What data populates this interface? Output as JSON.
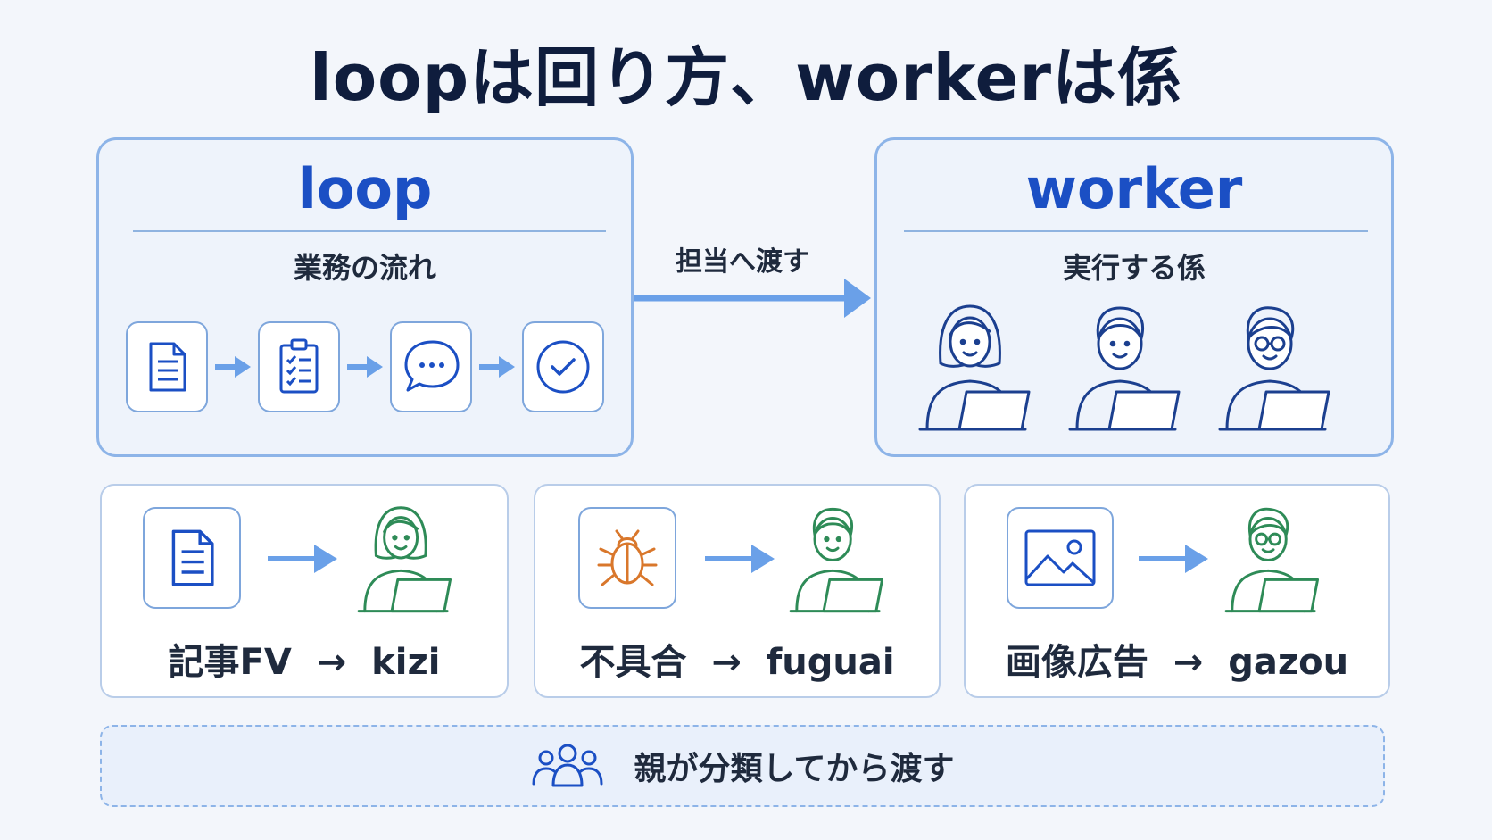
{
  "title": "loopは回り方、workerは係",
  "loop_panel": {
    "title": "loop",
    "subtitle": "業務の流れ",
    "steps": [
      "document-icon",
      "checklist-icon",
      "chat-icon",
      "check-circle-icon"
    ]
  },
  "handoff": {
    "label": "担当へ渡す"
  },
  "worker_panel": {
    "title": "worker",
    "subtitle": "実行する係",
    "workers": [
      "worker-woman-icon",
      "worker-man-icon",
      "worker-glasses-icon"
    ]
  },
  "mappings": [
    {
      "source": "記事FV",
      "arrow": "→",
      "target": "kizi",
      "icon": "document-icon",
      "worker": "worker-woman-icon"
    },
    {
      "source": "不具合",
      "arrow": "→",
      "target": "fuguai",
      "icon": "bug-icon",
      "worker": "worker-man-icon"
    },
    {
      "source": "画像広告",
      "arrow": "→",
      "target": "gazou",
      "icon": "image-icon",
      "worker": "worker-glasses-icon"
    }
  ],
  "footer": {
    "icon": "group-icon",
    "text": "親が分類してから渡す"
  },
  "colors": {
    "accent": "#1b4fc4",
    "arrow": "#6aa0e8",
    "worker_green": "#2e8b57",
    "bug_orange": "#d9772b"
  }
}
